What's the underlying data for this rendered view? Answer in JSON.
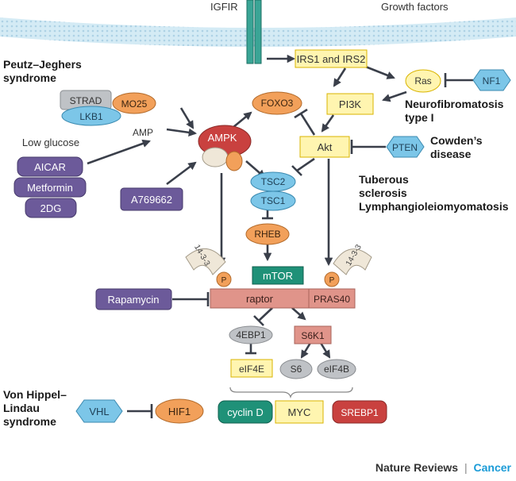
{
  "top_labels": {
    "igf1r": "IGFIR",
    "growth_factors": "Growth factors"
  },
  "nodes": {
    "irs": "IRS1 and IRS2",
    "ras": "Ras",
    "nf1": "NF1",
    "pi3k": "PI3K",
    "foxo3": "FOXO3",
    "akt": "Akt",
    "pten": "PTEN",
    "strad": "STRAD",
    "mo25": "MO25",
    "lkb1": "LKB1",
    "amp": "AMP",
    "ampk": "AMPK",
    "low_glucose": "Low glucose",
    "aicar": "AICAR",
    "metformin": "Metformin",
    "dg2": "2DG",
    "a769662": "A769662",
    "tsc2": "TSC2",
    "tsc1": "TSC1",
    "rheb": "RHEB",
    "mtor": "mTOR",
    "raptor": "raptor",
    "pras40": "PRAS40",
    "p_left": "P",
    "p_right": "P",
    "protein_1433_left": "14-3-3",
    "protein_1433_right": "14-3-3",
    "rapamycin": "Rapamycin",
    "ebp1": "4EBP1",
    "s6k1": "S6K1",
    "eif4e": "eIF4E",
    "s6": "S6",
    "eif4b": "eIF4B",
    "vhl": "VHL",
    "hif1": "HIF1",
    "cyclin_d": "cyclin D",
    "myc": "MYC",
    "srebp1": "SREBP1"
  },
  "diseases": {
    "peutz_jeghers": [
      "Peutz–Jeghers",
      "syndrome"
    ],
    "nf": [
      "Neurofibromatosis",
      "type I"
    ],
    "cowden": [
      "Cowden’s",
      "disease"
    ],
    "tuberous": [
      "Tuberous",
      "sclerosis",
      "Lymphangioleiomyomatosis"
    ],
    "vhl_syndrome": [
      "Von Hippel–",
      "Lindau",
      "syndrome"
    ]
  },
  "footer": {
    "journal": "Nature Reviews",
    "separator": "|",
    "section": "Cancer"
  },
  "colors": {
    "yellow_fill": "#fff5b0",
    "yellow_stroke": "#d9b400",
    "orange_fill": "#f2a05a",
    "purple_fill": "#6c5a9a",
    "blue_fill": "#7cc6e8",
    "salmon_fill": "#e0948a",
    "teal_fill": "#1f9178",
    "red_fill": "#c9413f",
    "gray_fill": "#bfc2c6",
    "arrow": "#3a3f4a",
    "membrane_blue": "#d4ebf5",
    "cancer_blue": "#1a9bd7"
  }
}
